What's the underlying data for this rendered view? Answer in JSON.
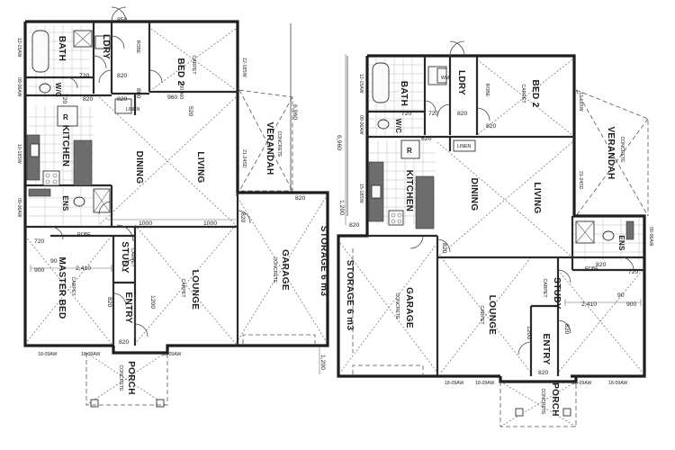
{
  "plan_left": {
    "rooms": {
      "bath": "BATH",
      "ldry": "LDRY",
      "bed2": "BED 2",
      "bed2_floor": "CARPET",
      "wc": "W/C",
      "linen": "LINEN",
      "robe_bed2": "ROBE",
      "kitchen": "KITCHEN",
      "dining": "DINING",
      "living": "LIVING",
      "verandah": "VERANDAH",
      "verandah_floor": "CONCRETE",
      "ens": "ENS",
      "robe_master": "ROBE",
      "master": "MASTER BED",
      "master_floor": "CARPET",
      "study": "STUDY",
      "study_floor": "CARPET",
      "entry": "ENTRY",
      "lounge": "LOUNGE",
      "lounge_floor": "CARPET",
      "garage": "GARAGE",
      "garage_floor": "CONCRETE",
      "storage": "STORAGE 6 m3",
      "porch": "PORCH",
      "porch_floor": "CONCRETE"
    },
    "dims": {
      "d850": "850",
      "d820_ldry": "820",
      "d720": "720",
      "d820_a": "820",
      "d720_wc": "720",
      "d800": "800",
      "d820_linen": "820",
      "d1000_a": "1000",
      "d1000_b": "1000",
      "d820_c": "820",
      "d820_garage": "820",
      "d720_ens": "720",
      "d90": "90",
      "d900": "900",
      "d2410": "2,410",
      "d820_study": "820",
      "d1200": "1200",
      "d820_entry": "820",
      "d1200_porch": "1,200",
      "d6960": "6,960",
      "d960": "960",
      "d520": "520",
      "d820_robe": "820",
      "bed2_extra": "1.00 960"
    },
    "windows": {
      "w_bath": "12-15AW",
      "w_wc": "09-06AW",
      "w_kitchen": "10-18SW",
      "w_ens": "09-06AW",
      "w_bed2": "12-18SW",
      "w_living": "21-24SD",
      "w_m1": "18-09AW",
      "w_m2": "18-09AW",
      "w_l1": "18-09AW"
    }
  },
  "plan_right": {
    "rooms": {
      "bath": "BATH",
      "ldry": "LDRY",
      "bed2": "BED 2",
      "bed2_floor": "CARPET",
      "wm": "WM",
      "wc": "W/C",
      "linen": "LINEN",
      "robe_bed2": "ROBE",
      "kitchen": "KITCHEN",
      "dining": "DINING",
      "living": "LIVING",
      "verandah": "VERANDAH",
      "verandah_floor": "CONCRETE",
      "ens": "ENS",
      "robe_master": "ROBE",
      "study": "STUDY",
      "study_floor": "CARPET",
      "entry": "ENTRY",
      "lounge": "LOUNGE",
      "lounge_floor": "CARPET",
      "garage": "GARAGE",
      "garage_floor": "CONCRETE",
      "storage": "STORAGE 6 m3",
      "porch": "PORCH",
      "porch_floor": "CONCRETE"
    },
    "dims": {
      "d6960": "6,960",
      "d1200": "1,200",
      "d720": "720",
      "d820_ldry": "820",
      "d720_wc": "720",
      "d820_a": "820",
      "d820_b": "820",
      "d820_kit": "820",
      "d820_garage": "820",
      "d720_ens": "720",
      "d90": "90",
      "d900": "900",
      "d2410": "2,410",
      "d820_study": "820",
      "d1200_entry": "1200",
      "d820_entry": "820",
      "d820_robe": "820"
    },
    "windows": {
      "w_bath": "12-15AW",
      "w_wc": "09-06AW",
      "w_kitchen": "15-18SW",
      "w_bed2": "12-18SW",
      "w_living": "21-24SD",
      "w_ens": "09-06AW",
      "w_g": "18-09AW",
      "w_l1": "18-09AW",
      "w_m1": "18-09AW",
      "w_m2": "18-09AW"
    }
  }
}
